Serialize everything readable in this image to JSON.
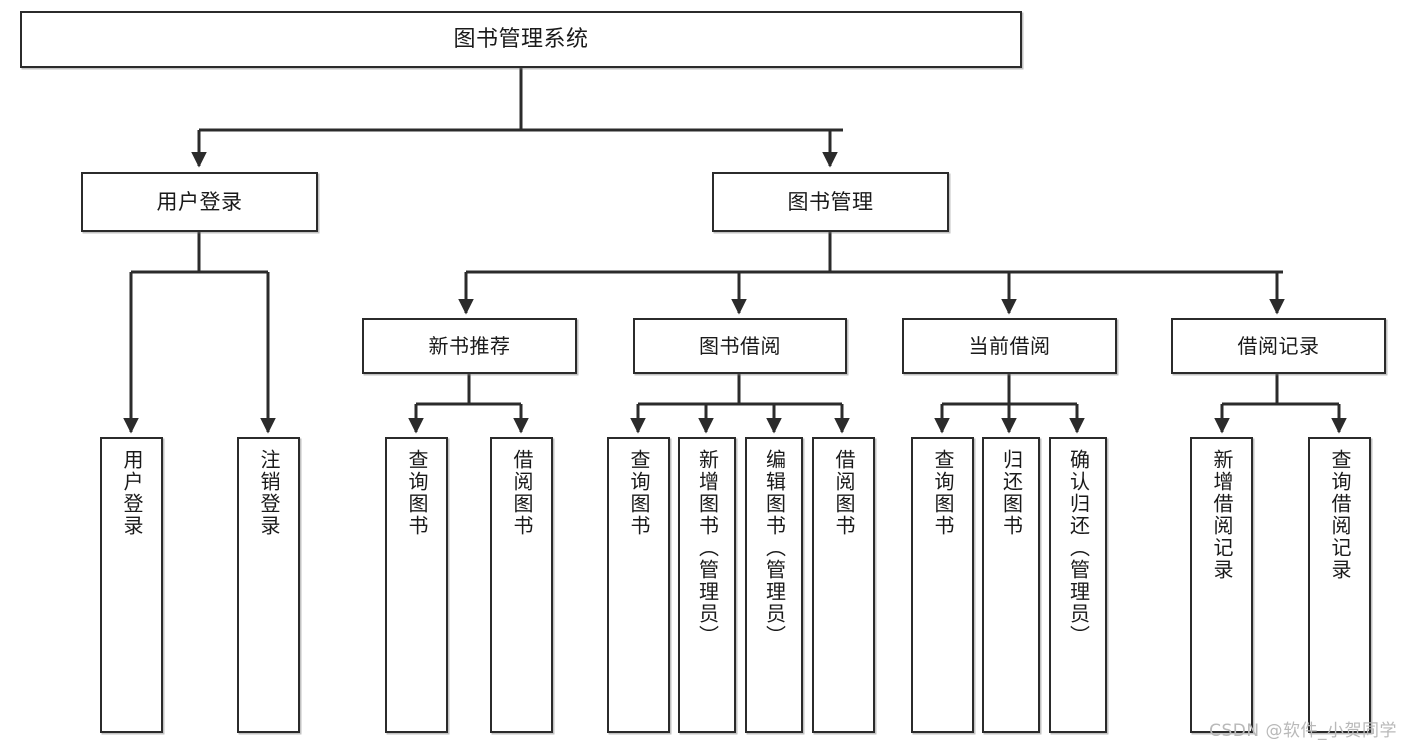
{
  "diagram": {
    "title": "图书管理系统",
    "type": "tree",
    "background": "#ffffff",
    "line_color": "#2b2b2b",
    "box_fill": "#ffffff",
    "text_color": "#1a1a1a"
  },
  "nodes": {
    "root": {
      "label": "图书管理系统"
    },
    "level1": [
      {
        "id": "user-login",
        "label": "用户登录"
      },
      {
        "id": "book-management",
        "label": "图书管理"
      }
    ],
    "level2": [
      {
        "id": "new-book-recommend",
        "label": "新书推荐",
        "parent": "book-management"
      },
      {
        "id": "book-borrow",
        "label": "图书借阅",
        "parent": "book-management"
      },
      {
        "id": "current-borrow",
        "label": "当前借阅",
        "parent": "book-management"
      },
      {
        "id": "borrow-record",
        "label": "借阅记录",
        "parent": "book-management"
      }
    ],
    "leaves": [
      {
        "id": "leaf-user-login",
        "label": "用户登录",
        "parent": "user-login"
      },
      {
        "id": "leaf-logout-login",
        "label": "注销登录",
        "parent": "user-login"
      },
      {
        "id": "leaf-query-book-1",
        "label": "查询图书",
        "parent": "new-book-recommend"
      },
      {
        "id": "leaf-borrow-book-1",
        "label": "借阅图书",
        "parent": "new-book-recommend"
      },
      {
        "id": "leaf-query-book-2",
        "label": "查询图书",
        "parent": "book-borrow"
      },
      {
        "id": "leaf-add-book",
        "label": "新增图书（管理员）",
        "parent": "book-borrow"
      },
      {
        "id": "leaf-edit-book",
        "label": "编辑图书（管理员）",
        "parent": "book-borrow"
      },
      {
        "id": "leaf-borrow-book-2",
        "label": "借阅图书",
        "parent": "book-borrow"
      },
      {
        "id": "leaf-query-book-3",
        "label": "查询图书",
        "parent": "current-borrow"
      },
      {
        "id": "leaf-return-book",
        "label": "归还图书",
        "parent": "current-borrow"
      },
      {
        "id": "leaf-confirm-return",
        "label": "确认归还（管理员）",
        "parent": "current-borrow"
      },
      {
        "id": "leaf-add-borrow-record",
        "label": "新增借阅记录",
        "parent": "borrow-record"
      },
      {
        "id": "leaf-query-borrow-record",
        "label": "查询借阅记录",
        "parent": "borrow-record"
      }
    ]
  },
  "watermark": {
    "text": "CSDN @软件_小贺同学"
  }
}
